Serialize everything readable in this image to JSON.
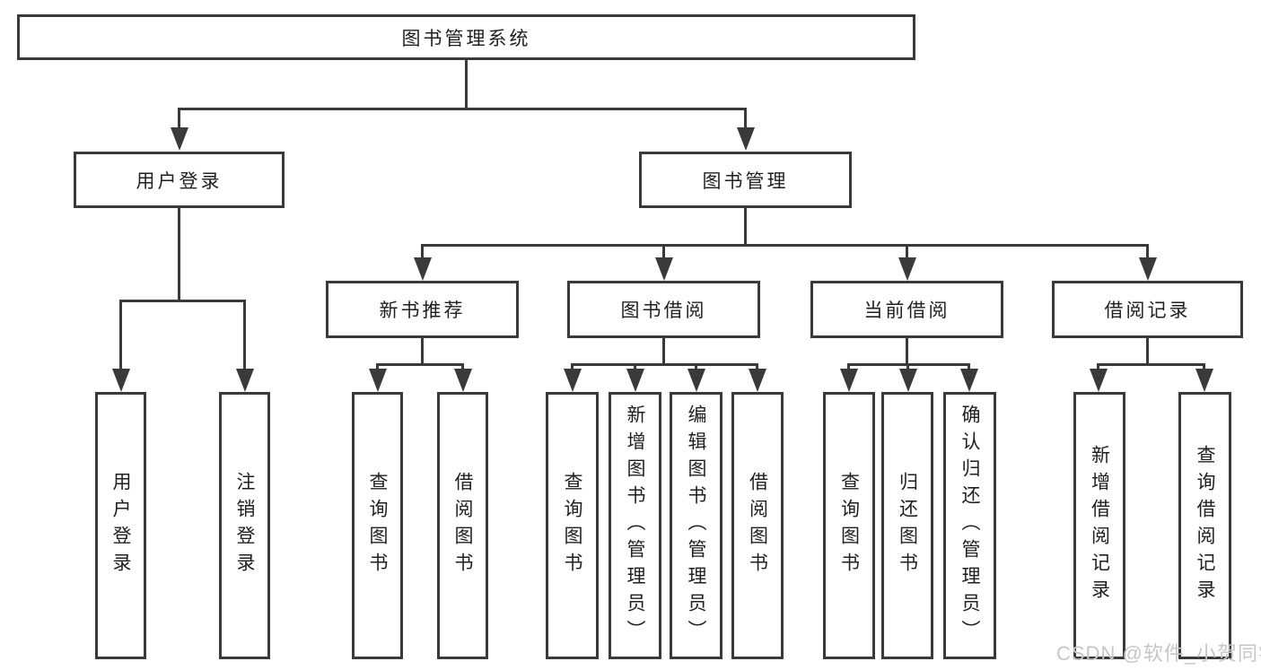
{
  "colors": {
    "line": "#3a3a3a",
    "text": "#1f1f1f",
    "watermark": "#c6c6c6",
    "background": "#ffffff"
  },
  "tree": {
    "root": {
      "label": "图书管理系统"
    },
    "branches": [
      {
        "label": "用户登录",
        "leaves": [
          {
            "label": "用户登录"
          },
          {
            "label": "注销登录"
          }
        ]
      },
      {
        "label": "图书管理",
        "sections": [
          {
            "label": "新书推荐",
            "leaves": [
              {
                "label": "查询图书"
              },
              {
                "label": "借阅图书"
              }
            ]
          },
          {
            "label": "图书借阅",
            "leaves": [
              {
                "label": "查询图书"
              },
              {
                "label": "新增图书（管理员）"
              },
              {
                "label": "编辑图书（管理员）"
              },
              {
                "label": "借阅图书"
              }
            ]
          },
          {
            "label": "当前借阅",
            "leaves": [
              {
                "label": "查询图书"
              },
              {
                "label": "归还图书"
              },
              {
                "label": "确认归还（管理员）"
              }
            ]
          },
          {
            "label": "借阅记录",
            "leaves": [
              {
                "label": "新增借阅记录"
              },
              {
                "label": "查询借阅记录"
              }
            ]
          }
        ]
      }
    ]
  },
  "watermark": {
    "text": "CSDN @软件_小贺同学"
  }
}
